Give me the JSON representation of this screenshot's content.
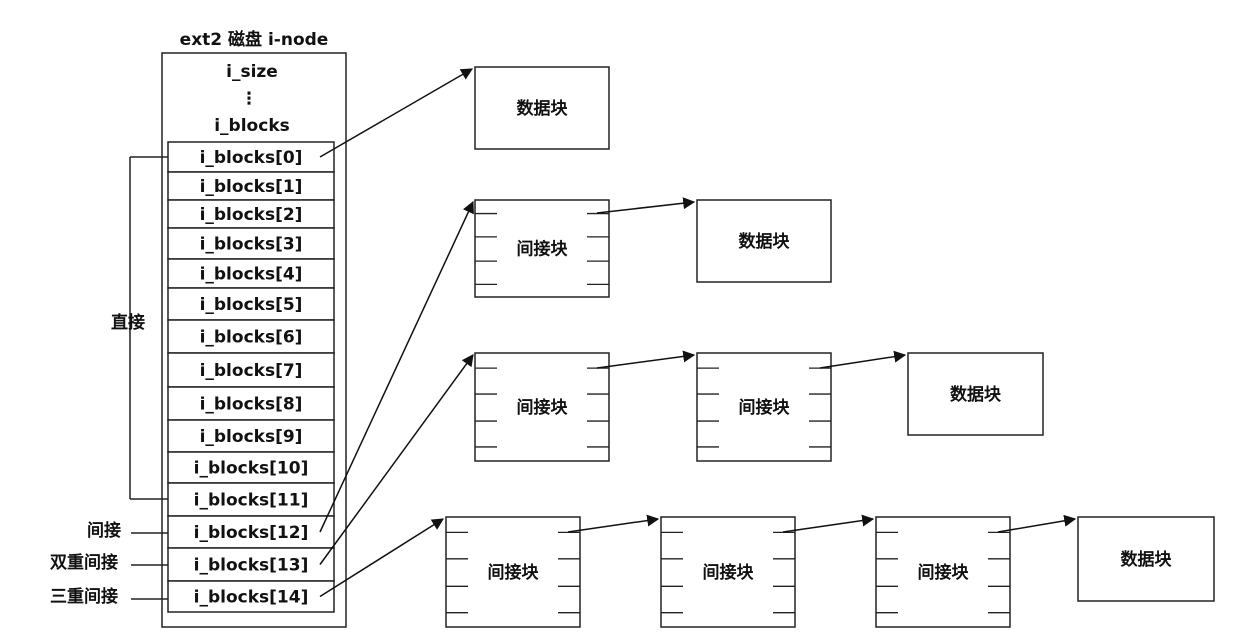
{
  "inode": {
    "title": "ext2 磁盘 i-node",
    "header_fields": [
      "i_size",
      "⋮",
      "i_blocks"
    ],
    "slots": [
      "i_blocks[0]",
      "i_blocks[1]",
      "i_blocks[2]",
      "i_blocks[3]",
      "i_blocks[4]",
      "i_blocks[5]",
      "i_blocks[6]",
      "i_blocks[7]",
      "i_blocks[8]",
      "i_blocks[9]",
      "i_blocks[10]",
      "i_blocks[11]",
      "i_blocks[12]",
      "i_blocks[13]",
      "i_blocks[14]"
    ]
  },
  "labels": {
    "direct": "直接",
    "indirect": "间接",
    "double_indirect": "双重间接",
    "triple_indirect": "三重间接"
  },
  "blocks": {
    "data": "数据块",
    "indirect": "间接块"
  },
  "chains": [
    {
      "from_slot": 0,
      "levels": 0
    },
    {
      "from_slot": 12,
      "levels": 1
    },
    {
      "from_slot": 13,
      "levels": 2
    },
    {
      "from_slot": 14,
      "levels": 3
    }
  ]
}
